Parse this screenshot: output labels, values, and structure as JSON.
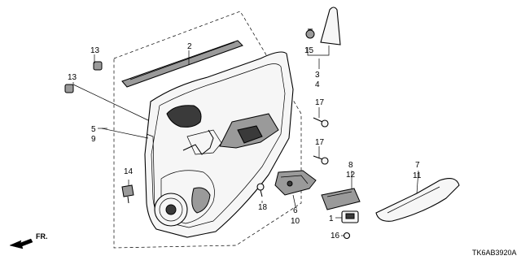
{
  "callouts": {
    "c1": "1",
    "c2": "2",
    "c3": "3",
    "c4": "4",
    "c5": "5",
    "c6": "6",
    "c7": "7",
    "c8": "8",
    "c9": "9",
    "c10": "10",
    "c11": "11",
    "c12": "12",
    "c13a": "13",
    "c13b": "13",
    "c14": "14",
    "c15": "15",
    "c16": "16",
    "c17a": "17",
    "c17b": "17",
    "c18": "18"
  },
  "direction_label": "FR.",
  "diagram_code": "TK6AB3920A"
}
